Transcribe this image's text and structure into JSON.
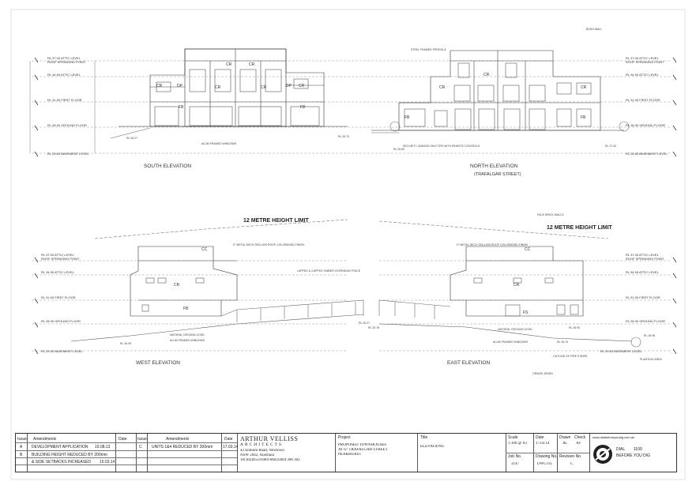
{
  "views": {
    "south": {
      "title": "SOUTH ELEVATION"
    },
    "north": {
      "title": "NORTH ELEVATION",
      "subtitle": "(TRAFALGAR STREET)"
    },
    "west": {
      "title": "WEST ELEVATION"
    },
    "east": {
      "title": "EAST ELEVATION"
    }
  },
  "height_limit": "12 METRE HEIGHT LIMIT",
  "levels": {
    "attic": "RL 37.00 ATTIC LEVEL",
    "roof": "ROOF SPRINGING POINT",
    "attic2": "RL 34.90 ATTIC LEVEL",
    "first": "RL 31.90 FIRST FLOOR",
    "ground": "RL 28.90 GROUND FLOOR",
    "basement": "RL 25.60 BASEMENT LEVEL"
  },
  "room_labels": {
    "cr": "CR",
    "fb": "FB",
    "dp": "DP",
    "fs": "FS",
    "cc": "CC"
  },
  "notes": {
    "rl_south": "RL 26.27",
    "rl_north_1": "RL 29.70",
    "rl_north_2": "RL 26.80",
    "rl_north_3": "RL 27.30",
    "rl_west_1": "RL 26.99",
    "rl_west_2": "RL 29.27",
    "rl_east_1": "RL 29.78",
    "rl_east_2": "RL 26.90",
    "rl_east_3": "RL 26.70",
    "rl_east_4": "RL 26.96",
    "security": "SECURITY GARAGE SHUTTER WITH REMOTE CONTROLS",
    "natural_ground": "NATURAL GROUND LEVEL",
    "alum_windows": "ALUM FRAMED WINDOWS",
    "fire_stairs": "OUTLINE OF FIRE STAIRS",
    "planting": "PLANTING AREA",
    "metal_deck": "0° METAL DECK SKILLION ROOF COLORBOND FINISH",
    "timber": "LAPPED & CAPPED TIMBER OVERHEAD FENCE",
    "gravel": "GRAVEL DRAIN",
    "face_brick": "FACE BRICK WALLS",
    "pergola": "STEEL FRAMED PERGOLA",
    "bush": "BUSH WALL"
  },
  "title_block": {
    "h_issue": "Issue",
    "h_amend": "Amendments",
    "h_date": "Date",
    "h_issue2": "Issue",
    "h_amend2": "Amendments",
    "h_date2": "Date",
    "rows": [
      {
        "issue": "A",
        "text": "DEVELOPMENT APPLICATION",
        "date": "19.08.13"
      },
      {
        "issue": "B",
        "text": "BUILDING HEIGHT REDUCED BY 200mm",
        "date": ""
      },
      {
        "issue": "",
        "text": "& SIDE SETBACKS INCREASED",
        "date": "10.03.14"
      }
    ],
    "rows2": [
      {
        "issue": "C",
        "text": "UNITS 1&4 REDUCED BY 300mm",
        "date": "17.03.14"
      }
    ],
    "architect": {
      "name": "ARTHUR VELLISS",
      "sub": "ARCHITECTS",
      "address1": "42 Enmore Road, Newtown",
      "address2": "NSW 2042, Australia",
      "phone": "Tel:(02)95591084  Mob:0404 306 302"
    },
    "project": {
      "label": "Project",
      "line1": "PROPOSED TOWNHOUSES",
      "line2": "AT 67 TRAFALGAR STREET",
      "line3": "PEAKHURST"
    },
    "title": {
      "label": "Title",
      "value": "ELEVATIONS"
    },
    "scale": {
      "label": "Scale",
      "value": "1:100 @ A1"
    },
    "date": {
      "label": "Date",
      "value": "17.03.14"
    },
    "drawn": {
      "label": "Drawn",
      "value": "JK"
    },
    "check": {
      "label": "Check",
      "value": "AV"
    },
    "job": {
      "label": "Job No.",
      "value": "3147"
    },
    "drawing": {
      "label": "Drawing No.",
      "value": "DWG 03"
    },
    "revision": {
      "label": "Revision No.",
      "value": "C"
    },
    "dial": {
      "url": "www.dialbeforeyoudig.com.au",
      "dial": "DIAL",
      "number": "1100",
      "before": "BEFORE YOU DIG"
    }
  }
}
